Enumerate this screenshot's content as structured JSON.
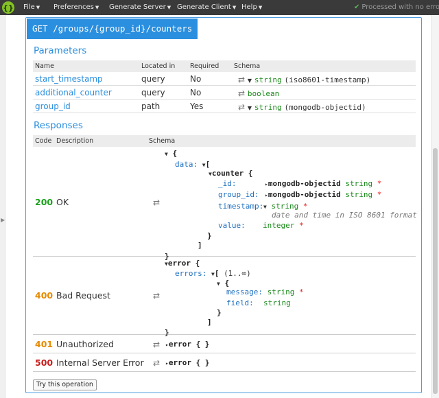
{
  "app": {
    "menus": [
      {
        "label": "File"
      },
      {
        "label": "Preferences"
      },
      {
        "label": "Generate Server"
      },
      {
        "label": "Generate Client"
      },
      {
        "label": "Help"
      }
    ],
    "status": "Processed with no errors"
  },
  "operation": {
    "title": "GET /groups/{group_id}/counters"
  },
  "parameters": {
    "title": "Parameters",
    "headers": {
      "name": "Name",
      "located_in": "Located in",
      "required": "Required",
      "schema": "Schema"
    },
    "rows": [
      {
        "name": "start_timestamp",
        "located_in": "query",
        "required": "No",
        "type": "string",
        "format": "(iso8601-timestamp)"
      },
      {
        "name": "additional_counter",
        "located_in": "query",
        "required": "No",
        "type": "boolean",
        "format": ""
      },
      {
        "name": "group_id",
        "located_in": "path",
        "required": "Yes",
        "type": "string",
        "format": "(mongodb-objectid)"
      }
    ]
  },
  "responses": {
    "title": "Responses",
    "headers": {
      "code": "Code",
      "description": "Description",
      "schema": "Schema"
    },
    "r200": {
      "code": "200",
      "description": "OK",
      "open": "{",
      "data_key": "data:",
      "arr_open": "[",
      "counter": "counter {",
      "id_key": "_id:",
      "id_ref": "mongodb-objectid",
      "id_type": "string",
      "star": "*",
      "gid_key": "group_id:",
      "gid_ref": "mongodb-objectid",
      "gid_type": "string",
      "ts_key": "timestamp:",
      "ts_type": "string",
      "ts_note": "date and time in ISO 8601 format",
      "val_key": "value:",
      "val_type": "integer",
      "close_obj": "}",
      "close_arr": "]",
      "close": "}"
    },
    "r400": {
      "code": "400",
      "description": "Bad Request",
      "open": "error {",
      "errors_key": "errors:",
      "arr_open": "[",
      "range": "(1..∞)",
      "obj_open": "{",
      "msg_key": "message:",
      "msg_type": "string",
      "star": "*",
      "field_key": "field:",
      "field_type": "string",
      "close_obj": "}",
      "close_arr": "]",
      "close": "}"
    },
    "r401": {
      "code": "401",
      "description": "Unauthorized",
      "schema": "error { }"
    },
    "r500": {
      "code": "500",
      "description": "Internal Server Error",
      "schema": "error { }"
    }
  },
  "try_button": "Try this operation"
}
